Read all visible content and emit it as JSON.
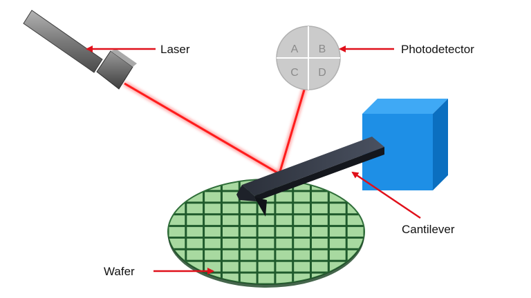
{
  "labels": {
    "laser": "Laser",
    "photodetector": "Photodetector",
    "cantilever": "Cantilever",
    "wafer": "Wafer"
  },
  "photodetector_quadrants": {
    "a": "A",
    "b": "B",
    "c": "C",
    "d": "D"
  },
  "colors": {
    "laser_beam": "#ff1a1a",
    "arrow": "#e0101a",
    "laser_body": "#7d7d7d",
    "photodetector": "#c9c9c9",
    "cantilever": "#2a2f3a",
    "support_block": "#1e8fe6",
    "wafer_fill": "#a8d9a0",
    "wafer_grid": "#1f5a2c"
  }
}
